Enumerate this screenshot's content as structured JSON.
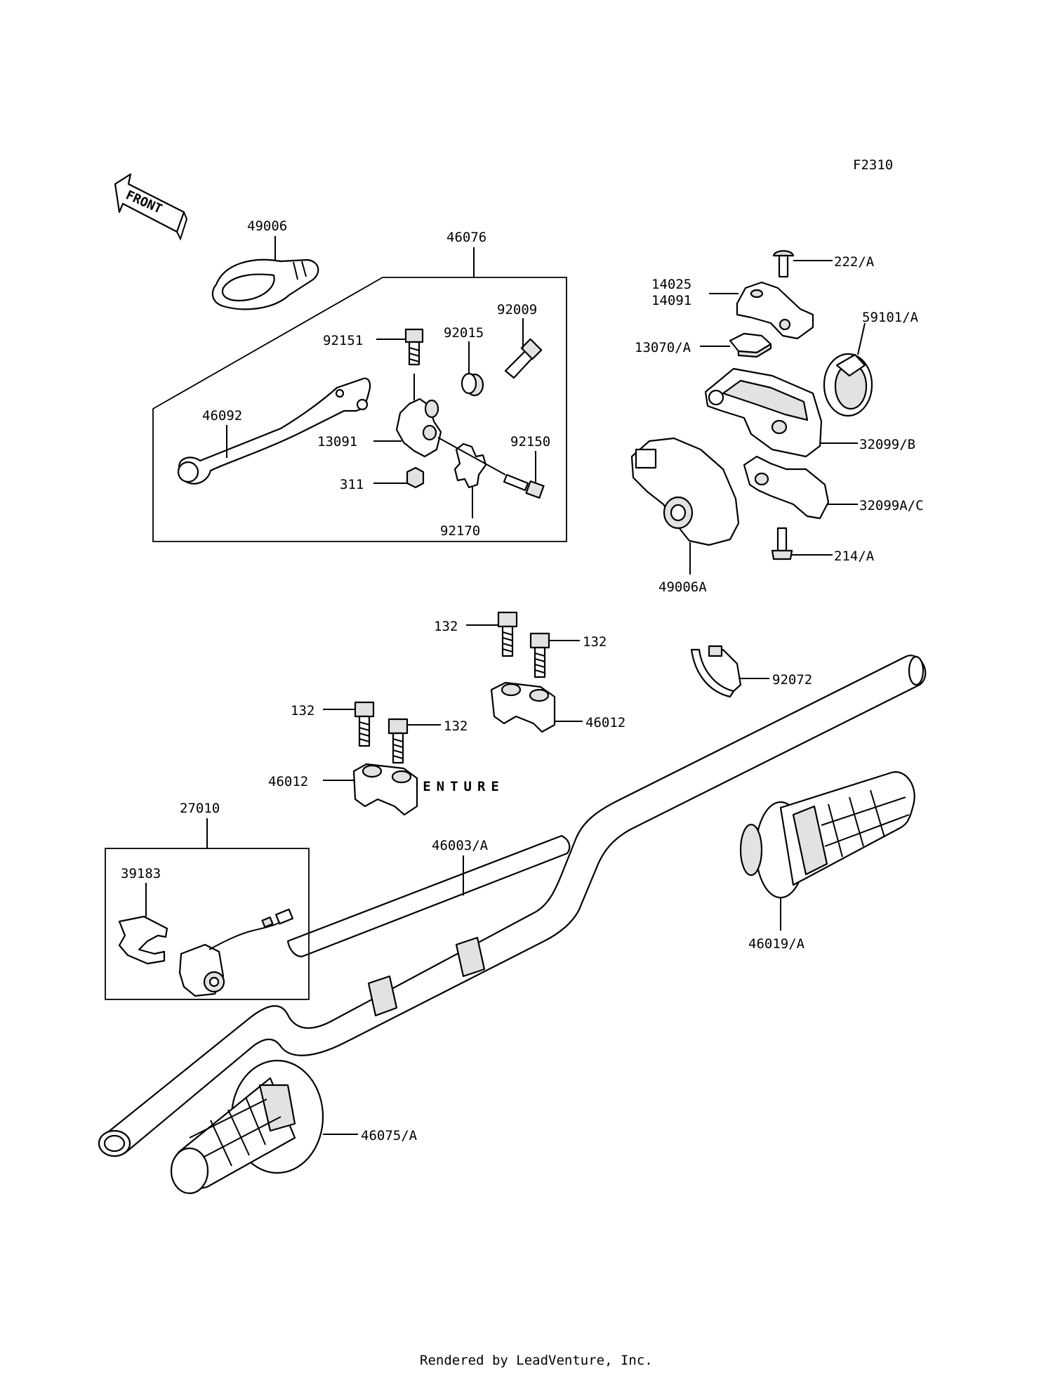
{
  "figure_code": "F2310",
  "front_label": "FRONT",
  "watermark": "LEADVENTURE",
  "footer": "Rendered by LeadVenture, Inc.",
  "callouts": {
    "p49006": "49006",
    "p46076": "46076",
    "p92151": "92151",
    "p92015": "92015",
    "p92009": "92009",
    "p46092": "46092",
    "p13091": "13091",
    "p92150": "92150",
    "p311": "311",
    "p92170": "92170",
    "p222a": "222/A",
    "p14025": "14025",
    "p14091": "14091",
    "p59101a": "59101/A",
    "p13070a": "13070/A",
    "p32099b": "32099/B",
    "p32099ac": "32099A/C",
    "p214a": "214/A",
    "p49006a": "49006A",
    "p132a": "132",
    "p132b": "132",
    "p132c": "132",
    "p132d": "132",
    "p92072": "92072",
    "p46012a": "46012",
    "p46012b": "46012",
    "p27010": "27010",
    "p39183": "39183",
    "p46003a": "46003/A",
    "p46019a": "46019/A",
    "p46075a": "46075/A"
  }
}
